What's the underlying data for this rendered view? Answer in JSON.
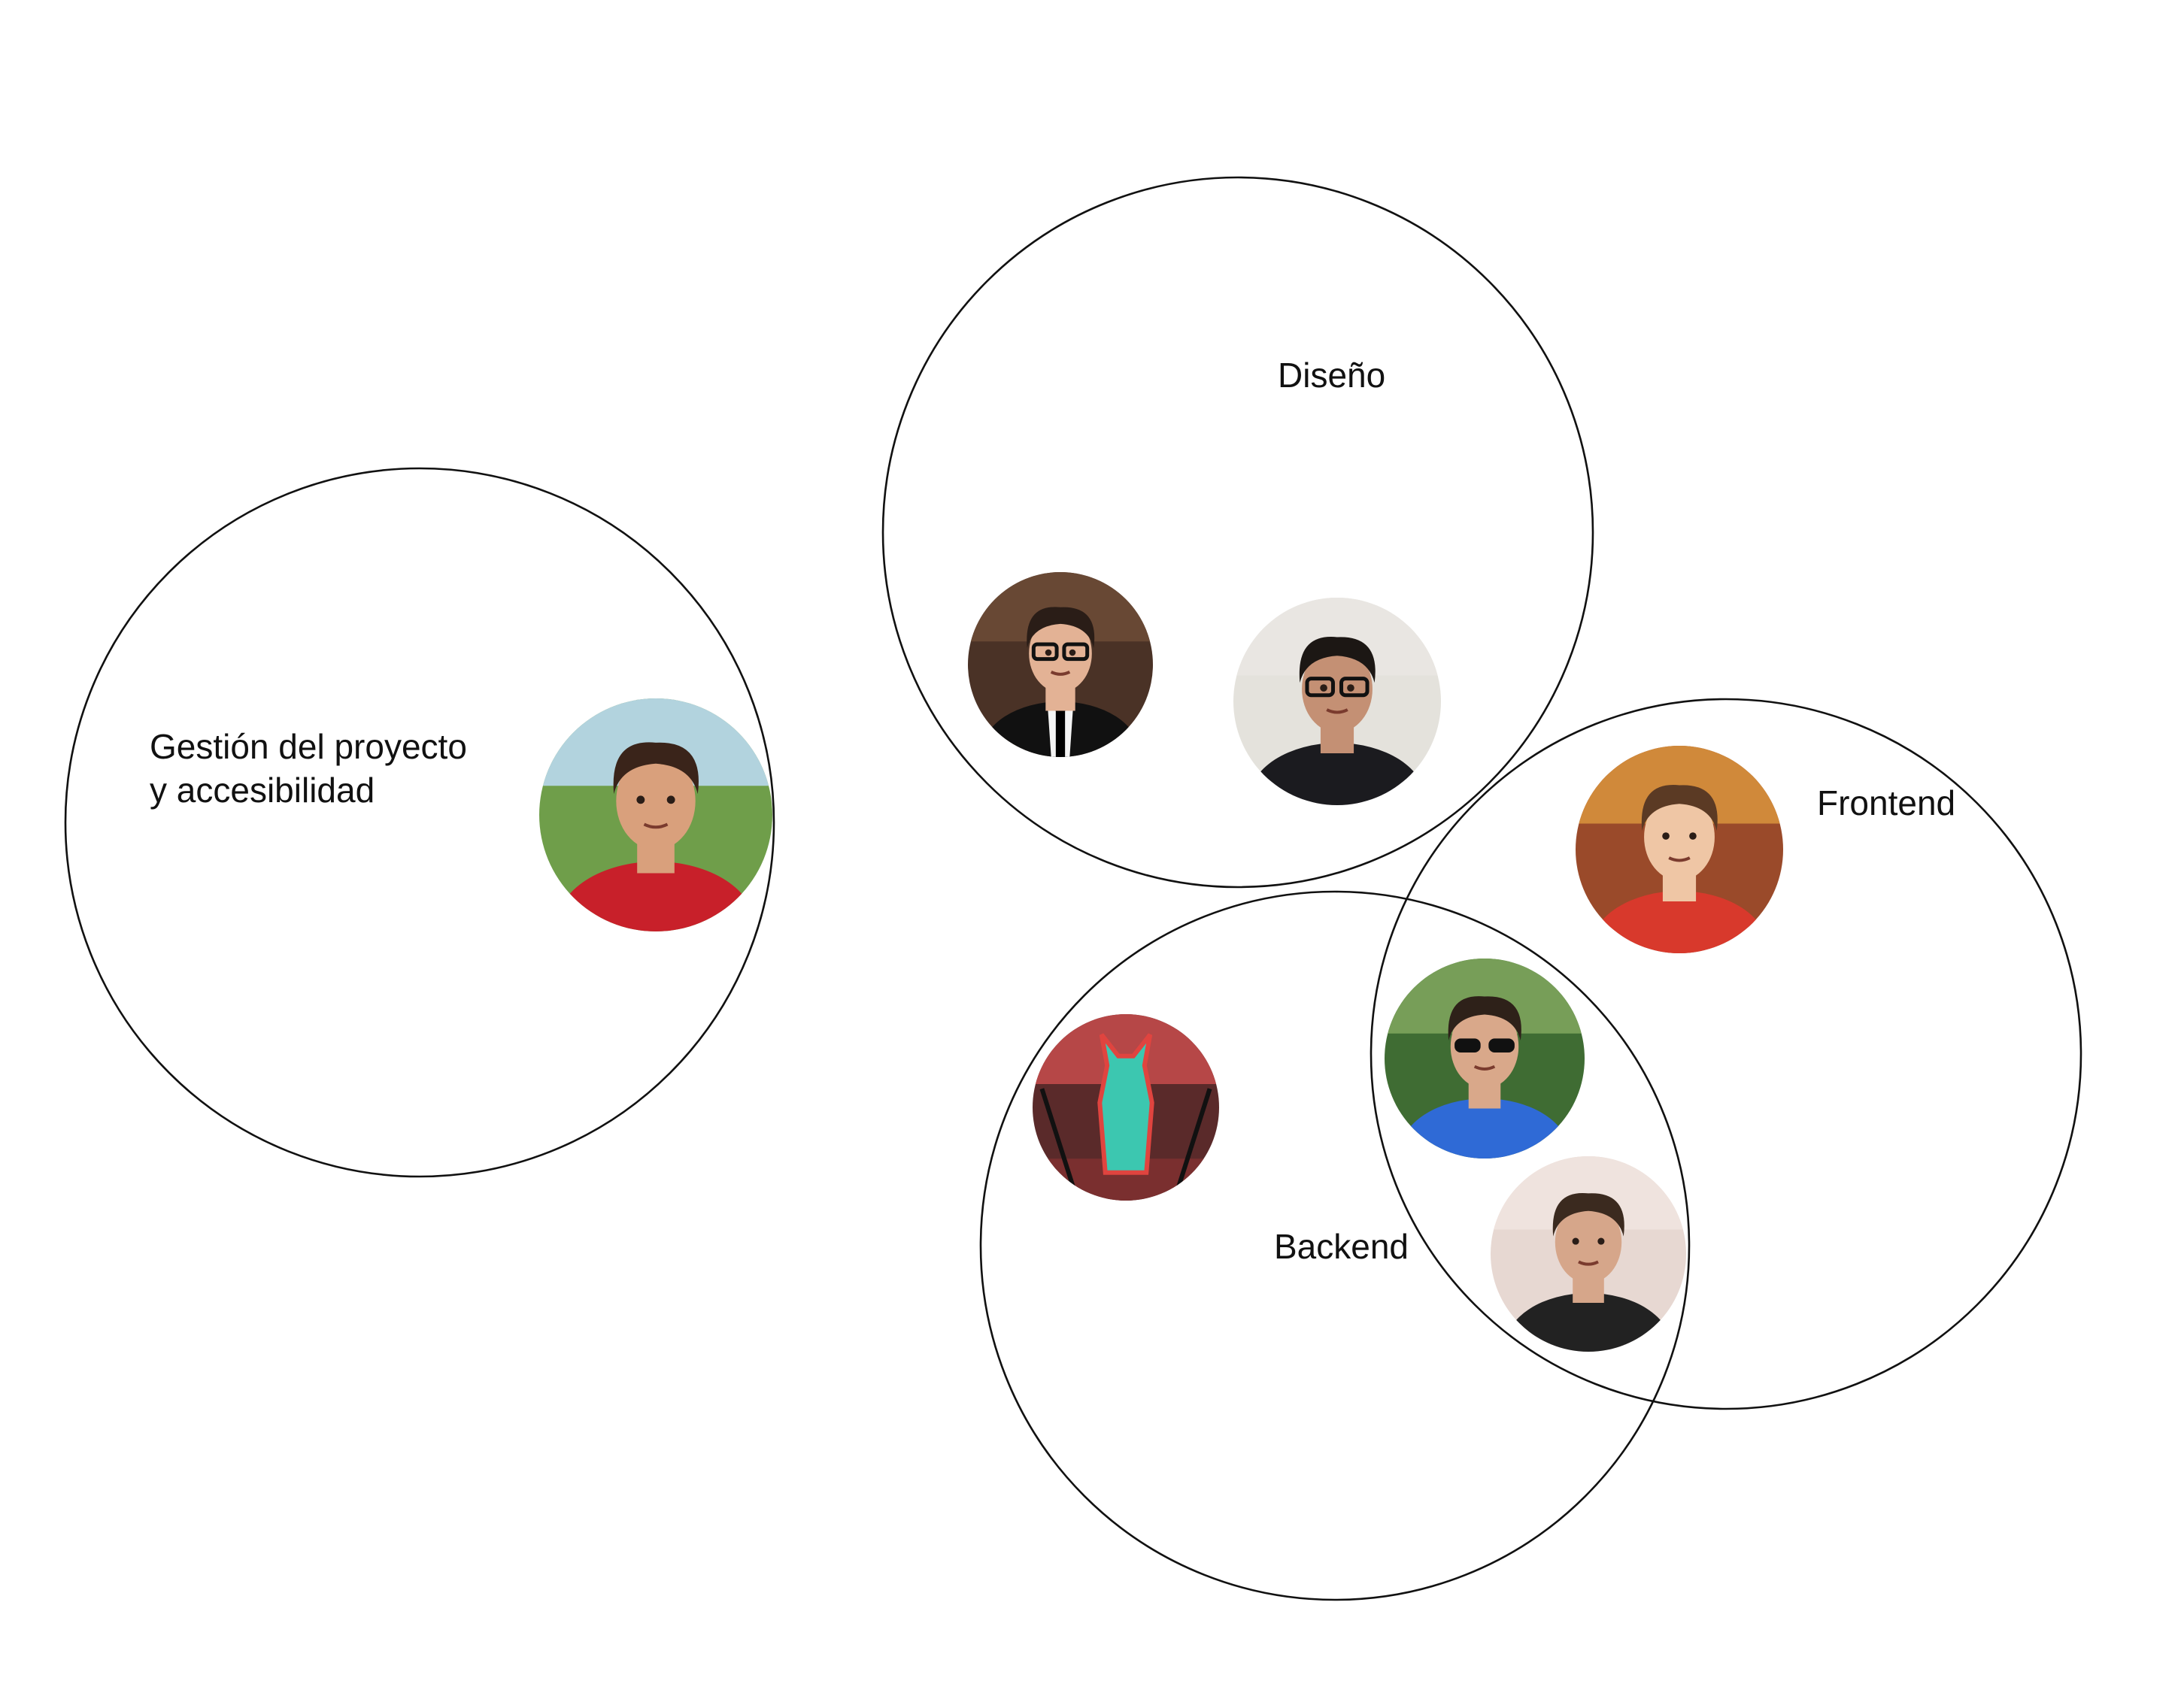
{
  "groups": [
    {
      "id": "gestion",
      "label_lines": [
        "Gestión del proyecto",
        "y accesibilidad"
      ]
    },
    {
      "id": "diseno",
      "label_lines": [
        "Diseño"
      ]
    },
    {
      "id": "frontend",
      "label_lines": [
        "Frontend"
      ]
    },
    {
      "id": "backend",
      "label_lines": [
        "Backend"
      ]
    }
  ],
  "members": [
    {
      "group": "gestion",
      "portrait": "man-red-shirt-mountains",
      "bg": "#6f9e4a",
      "sky": "#b9d8ee",
      "skin": "#d9a07c",
      "hair": "#3a241a",
      "shirt": "#c8202a",
      "glasses": false,
      "sunglasses": false,
      "tie": false
    },
    {
      "group": "diseno",
      "portrait": "man-suit-glasses",
      "bg": "#4a3226",
      "sky": "#6b4a36",
      "skin": "#e3b295",
      "hair": "#2a1d17",
      "shirt": "#111111",
      "glasses": true,
      "sunglasses": false,
      "tie": true
    },
    {
      "group": "diseno",
      "portrait": "man-glasses-dark-shirt",
      "bg": "#e4e2dc",
      "sky": "#e9e7e2",
      "skin": "#c49074",
      "hair": "#1c1714",
      "shirt": "#1b1b1f",
      "glasses": true,
      "sunglasses": false,
      "tie": false
    },
    {
      "group": "frontend",
      "portrait": "man-warm-background",
      "bg": "#9a4a2a",
      "sky": "#d6903c",
      "skin": "#efc6a5",
      "hair": "#5b3a24",
      "shirt": "#d8392c",
      "glasses": false,
      "sunglasses": false,
      "tie": false
    },
    {
      "group": "frontend-backend",
      "portrait": "man-sunglasses-blue-shirt",
      "bg": "#3f6c33",
      "sky": "#7da45c",
      "skin": "#d9a88a",
      "hair": "#2e2119",
      "shirt": "#2f6ad6",
      "glasses": false,
      "sunglasses": true,
      "tie": false
    },
    {
      "group": "frontend-backend",
      "portrait": "man-beard-light-background",
      "bg": "#e7d8d2",
      "sky": "#efe4df",
      "skin": "#d6a68a",
      "hair": "#3b2a1f",
      "shirt": "#222222",
      "glasses": false,
      "sunglasses": false,
      "tie": false
    },
    {
      "group": "backend",
      "portrait": "wolf-red-cyan-art",
      "bg": "#5a2a2a",
      "sky": "#c04a4a",
      "skin": "#3cc7b0",
      "hair": "#e0443f",
      "shirt": "#2a1a1a",
      "glasses": false,
      "sunglasses": false,
      "tie": false
    }
  ]
}
